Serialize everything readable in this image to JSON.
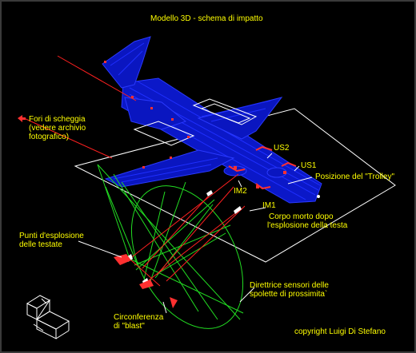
{
  "title": "Modello 3D - schema di impatto",
  "labels": {
    "fori": [
      "Fori di scheggia",
      "(vedere archivio",
      "fotografico)"
    ],
    "us2": "US2",
    "us1": "US1",
    "trolley": "Posizione del \"Trolley\"",
    "im2": "IM2",
    "im1": "IM1",
    "corpo": [
      "Corpo morto dopo",
      "l'esplosione della testa"
    ],
    "punti": [
      "Punti d'esplosione",
      "delle testate"
    ],
    "direttrice": [
      "Direttrice sensori delle",
      "spolette di prossimita`"
    ],
    "circonferenza": [
      "Circonferenza",
      "di \"blast\""
    ],
    "copyright": "copyright Luigi Di Stefano"
  },
  "colors": {
    "background": "#000000",
    "wireframe": "#1f2fff",
    "plane": "#ffffff",
    "text": "#ffff00",
    "cone": "#22dd22",
    "trajectory": "#ff2020",
    "outline": "#ffffff"
  }
}
